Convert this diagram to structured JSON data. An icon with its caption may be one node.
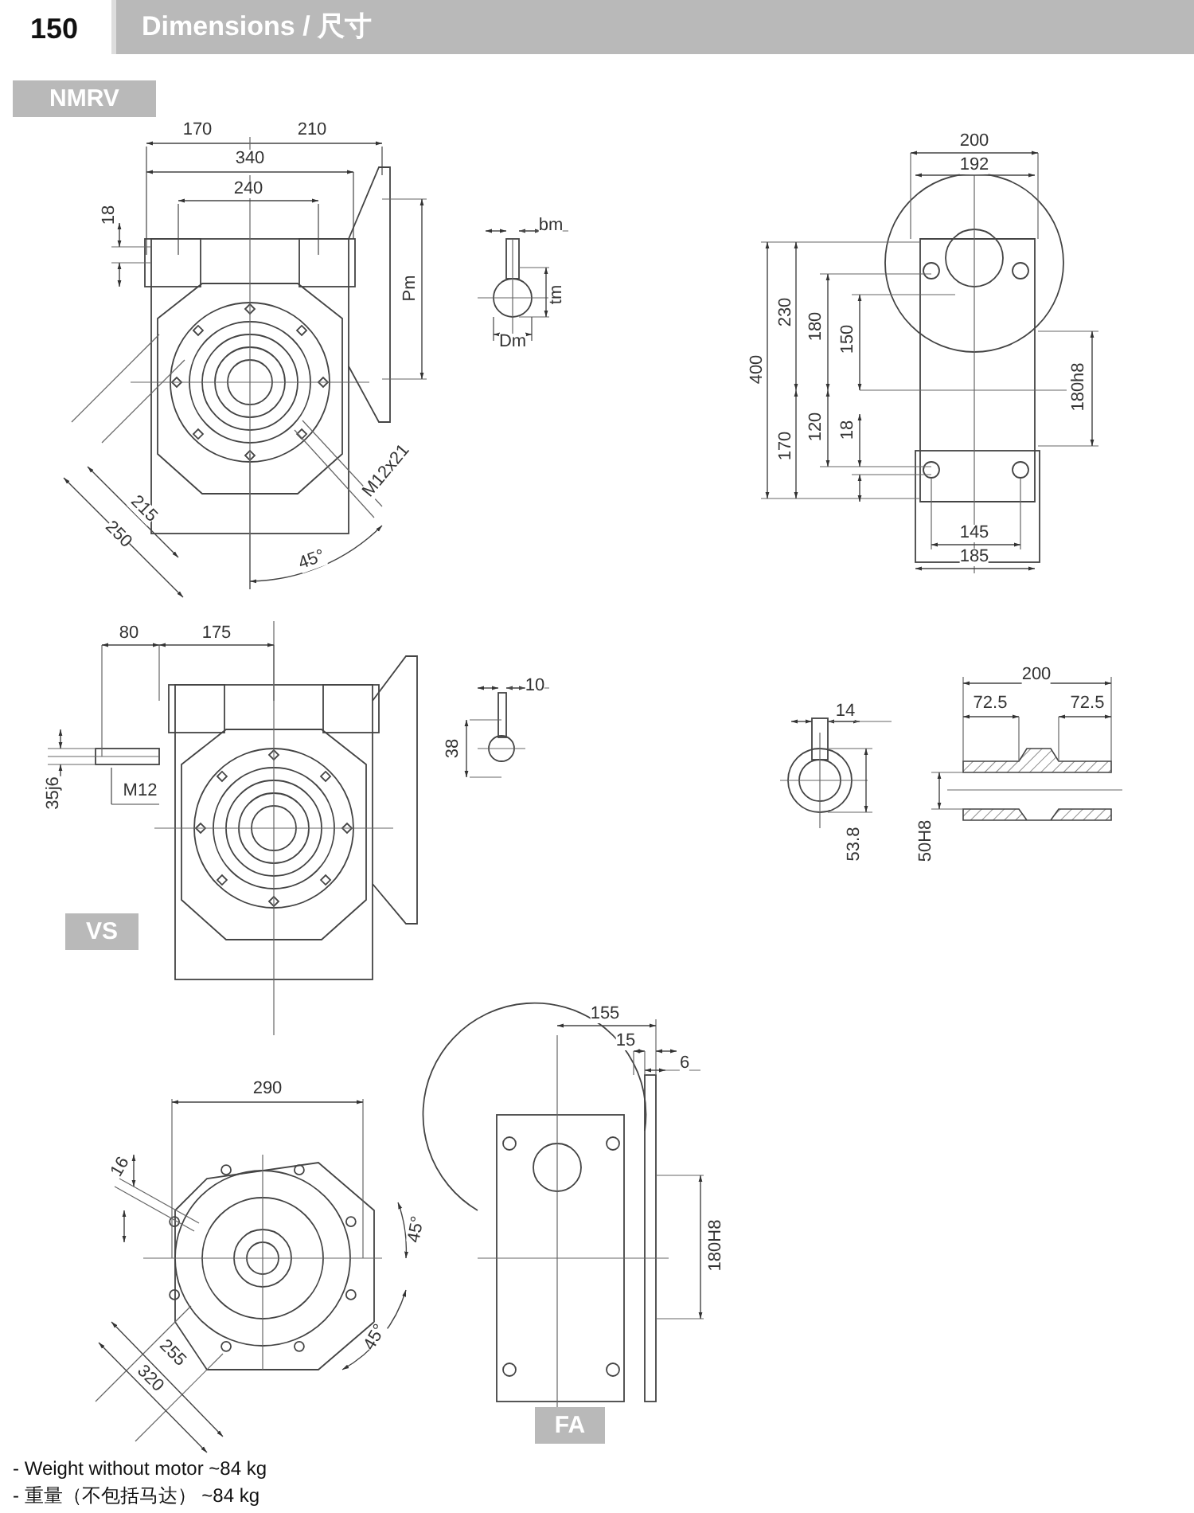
{
  "diagram": {
    "title": "Dimensions / 尺寸",
    "labels": [
      "150",
      "NMRV",
      "170",
      "210",
      "200",
      "340",
      "192",
      "240",
      "bm",
      "18",
      "Pm",
      "tm",
      "Dm",
      "230",
      "400",
      "180",
      "150",
      "180h8",
      "120",
      "18",
      "170",
      "M12x21",
      "215",
      "250",
      "145",
      "45°",
      "185",
      "80",
      "175",
      "10",
      "200",
      "72.5",
      "72.5",
      "14",
      "38",
      "35j6",
      "M12",
      "53.8",
      "50H8",
      "VS",
      "155",
      "15",
      "6",
      "290",
      "16",
      "45°",
      "180H8",
      "255",
      "45°",
      "320",
      "FA",
      "- Weight without motor ~84 kg",
      "- 重量（不包括马达） ~84 kg"
    ]
  }
}
